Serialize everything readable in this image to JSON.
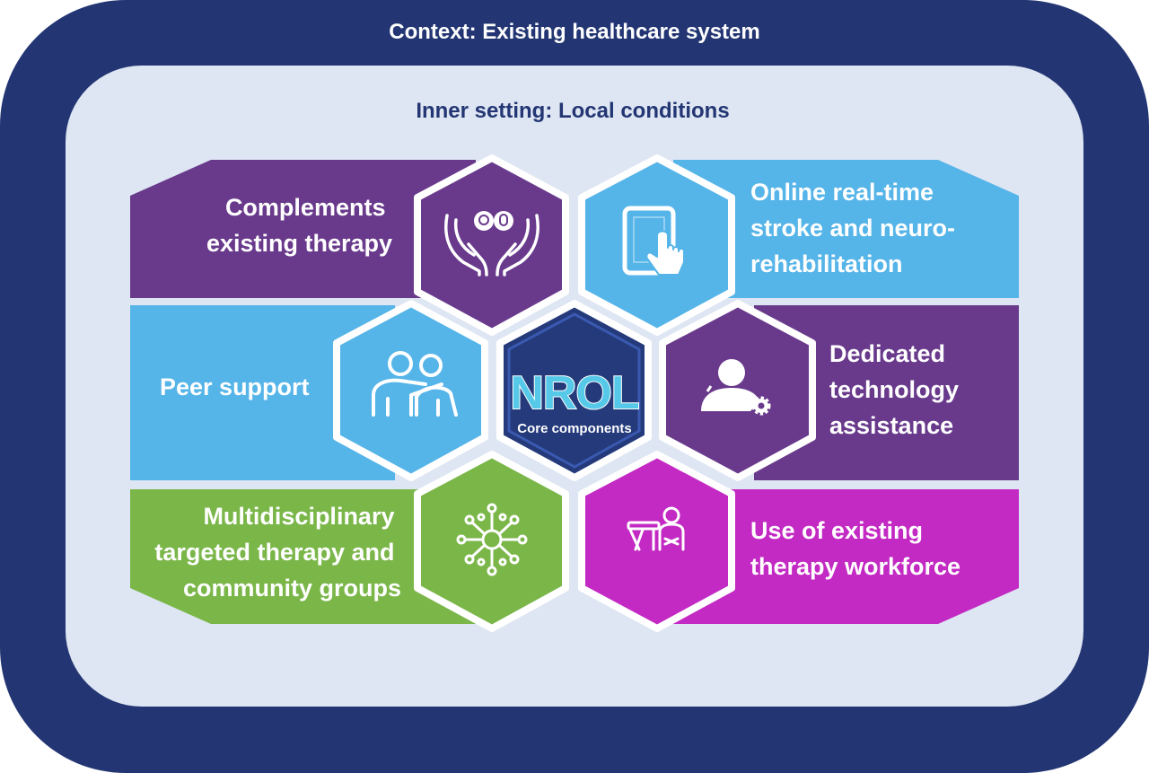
{
  "outer": {
    "title": "Context: Existing healthcare system"
  },
  "inner": {
    "title": "Inner setting: Local conditions"
  },
  "core": {
    "logo": "NROL",
    "subtitle": "Core components"
  },
  "components": {
    "complements": {
      "lines": [
        "Complements",
        "existing therapy"
      ],
      "icon": "hands-holding-icon"
    },
    "online": {
      "lines": [
        "Online real-time",
        "stroke and neuro-",
        "rehabilitation"
      ],
      "icon": "tablet-touch-icon"
    },
    "peer": {
      "lines": [
        "Peer support"
      ],
      "icon": "two-people-icon"
    },
    "tech": {
      "lines": [
        "Dedicated",
        "technology",
        "assistance"
      ],
      "icon": "user-gear-icon"
    },
    "multi": {
      "lines": [
        "Multidisciplinary",
        "targeted therapy and",
        "community groups"
      ],
      "icon": "network-hub-icon"
    },
    "workforce": {
      "lines": [
        "Use of existing",
        "therapy workforce"
      ],
      "icon": "therapist-table-icon"
    }
  },
  "colors": {
    "navy": "#233673",
    "inner_bg": "#dee6f3",
    "purple": "#693a8c",
    "sky": "#55b4e8",
    "green": "#7ab648",
    "magenta": "#c329c3",
    "core": "#243a7a"
  }
}
